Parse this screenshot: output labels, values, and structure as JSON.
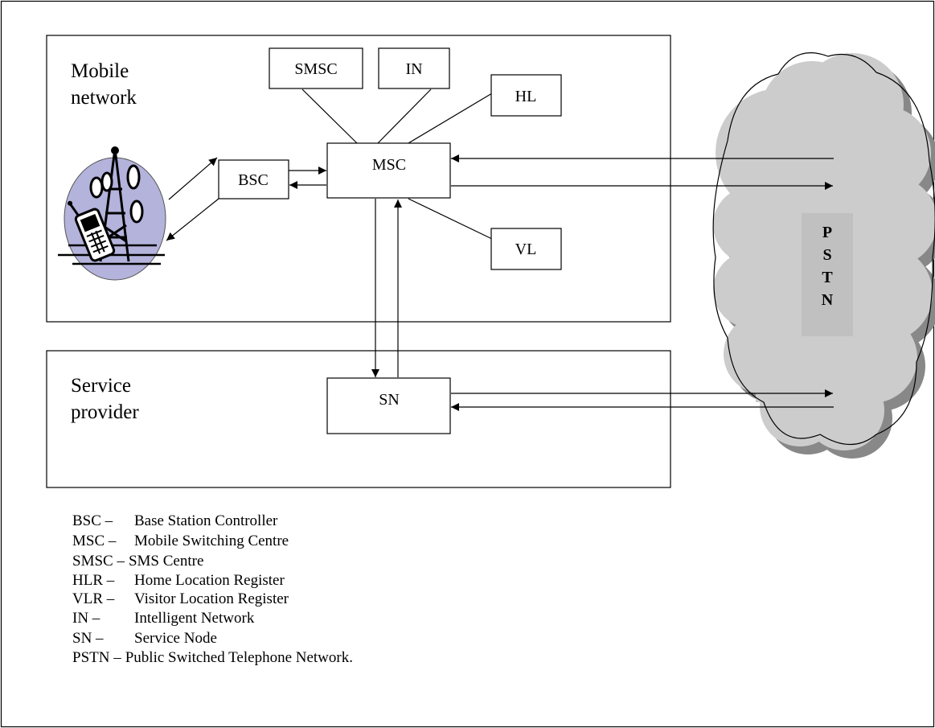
{
  "diagram": {
    "regions": {
      "mobile_network": [
        "Mobile",
        "network"
      ],
      "service_provider": [
        "Service",
        "provider"
      ]
    },
    "nodes": {
      "smsc": "SMSC",
      "in": "IN",
      "hl": "HL",
      "msc": "MSC",
      "bsc": "BSC",
      "vl": "VL",
      "sn": "SN"
    },
    "pstn_letters": [
      "P",
      "S",
      "T",
      "N"
    ],
    "icons": {
      "cell_tower": "cell-tower-with-phone-icon",
      "pstn_cloud": "cloud-shape"
    },
    "colors": {
      "cell_icon_bg": "#b3b3dc",
      "cloud_fill": "#cccccc",
      "cloud_shadow": "#888888",
      "pstn_band": "#c0c0c0"
    }
  },
  "legend": [
    {
      "abbr": "BSC –",
      "desc": "Base Station Controller"
    },
    {
      "abbr": "MSC –",
      "desc": "Mobile Switching Centre"
    },
    {
      "abbr": "SMSC –",
      "desc": "SMS Centre"
    },
    {
      "abbr": "HLR –",
      "desc": "Home Location Register"
    },
    {
      "abbr": "VLR –",
      "desc": "Visitor Location Register"
    },
    {
      "abbr": "IN –",
      "desc": "Intelligent Network"
    },
    {
      "abbr": "SN –",
      "desc": "Service Node"
    },
    {
      "abbr": "PSTN –",
      "desc": "Public Switched Telephone Network."
    }
  ]
}
